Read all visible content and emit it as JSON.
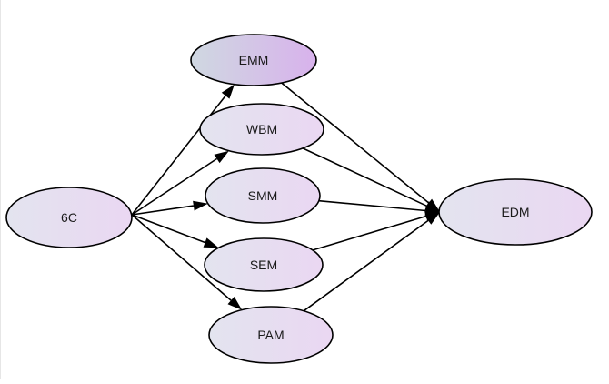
{
  "diagram": {
    "nodes": [
      {
        "id": "6C",
        "label": "6C",
        "fill_left": "#e3e4ef",
        "fill_right": "#ead7f2"
      },
      {
        "id": "EMM",
        "label": "EMM",
        "fill_left": "#cfd8e1",
        "fill_right": "#d8b2ec"
      },
      {
        "id": "WBM",
        "label": "WBM",
        "fill_left": "#e3e4ef",
        "fill_right": "#ead7f2"
      },
      {
        "id": "SMM",
        "label": "SMM",
        "fill_left": "#e3e4ef",
        "fill_right": "#ead7f2"
      },
      {
        "id": "SEM",
        "label": "SEM",
        "fill_left": "#e3e4ef",
        "fill_right": "#ead7f2"
      },
      {
        "id": "PAM",
        "label": "PAM",
        "fill_left": "#e3e4ef",
        "fill_right": "#ead7f2"
      },
      {
        "id": "EDM",
        "label": "EDM",
        "fill_left": "#e3e4ef",
        "fill_right": "#ead7f2"
      }
    ],
    "edges": [
      {
        "from": "6C",
        "to": "EMM"
      },
      {
        "from": "6C",
        "to": "WBM"
      },
      {
        "from": "6C",
        "to": "SMM"
      },
      {
        "from": "6C",
        "to": "SEM"
      },
      {
        "from": "6C",
        "to": "PAM"
      },
      {
        "from": "EMM",
        "to": "EDM"
      },
      {
        "from": "WBM",
        "to": "EDM"
      },
      {
        "from": "SMM",
        "to": "EDM"
      },
      {
        "from": "SEM",
        "to": "EDM"
      },
      {
        "from": "PAM",
        "to": "EDM"
      }
    ],
    "edge_color": "#000000"
  }
}
